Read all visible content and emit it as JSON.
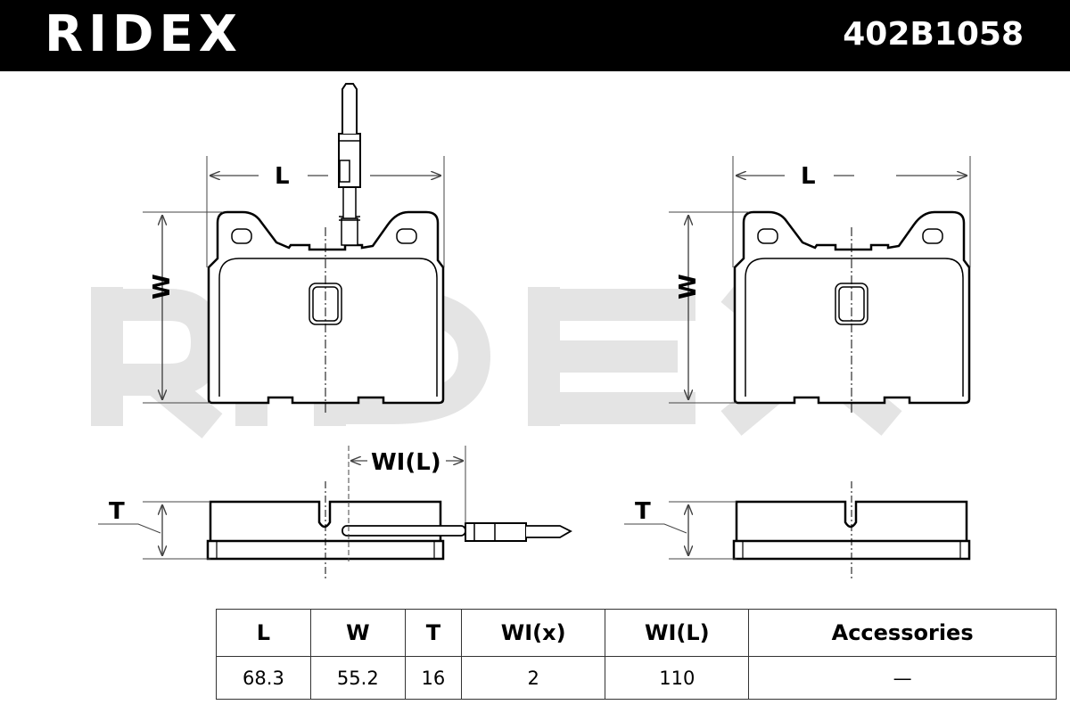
{
  "header": {
    "brand": "RIDEX",
    "part_number": "402B1058"
  },
  "watermark": "RIDEX",
  "labels": {
    "length": "L",
    "width": "W",
    "thickness": "T",
    "wire_length": "WI(L)"
  },
  "table": {
    "headers": [
      "L",
      "W",
      "T",
      "WI(x)",
      "WI(L)",
      "Accessories"
    ],
    "values": [
      "68.3",
      "55.2",
      "16",
      "2",
      "110",
      "—"
    ]
  }
}
